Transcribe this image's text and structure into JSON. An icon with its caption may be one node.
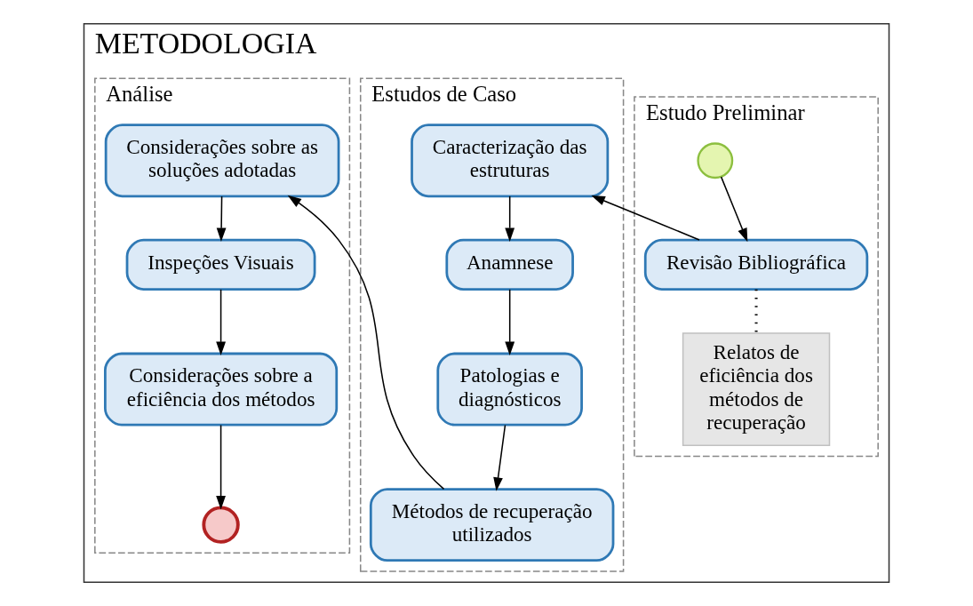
{
  "diagram": {
    "nodes": [
      {
        "text": [
          "METODOLOGIA"
        ]
      },
      {
        "text": [
          "Estudo Preliminar"
        ],
        "in": 0
      },
      {
        "text": [
          "Estudos de Caso"
        ],
        "in": 0
      },
      {
        "text": [
          "Análise"
        ],
        "in": 0
      },
      {
        "text": [],
        "shape": "circle",
        "in": 1
      },
      {
        "text": [
          "Revisão Bibliográfica"
        ],
        "in": 1
      },
      {
        "text": [
          "Relatos de eficiência dos métodos de recuperação"
        ],
        "in": 1
      },
      {
        "text": [
          "Caracterização das estruturas"
        ],
        "in": 2
      },
      {
        "text": [
          "Anamnese"
        ],
        "in": 2
      },
      {
        "text": [
          "Patologias e diagnósticos"
        ],
        "in": 2
      },
      {
        "text": [
          "Métodos de recuperação utilizados"
        ],
        "in": 2
      },
      {
        "text": [
          "Considerações sobre as soluções adotadas"
        ],
        "in": 3
      },
      {
        "text": [
          "Inspeções Visuais"
        ],
        "in": 3
      },
      {
        "text": [
          "Considerações sobre a eficiência dos métodos"
        ],
        "in": 3
      },
      {
        "text": [],
        "shape": "circle",
        "in": 3
      }
    ],
    "edges": [
      {
        "from": 4,
        "to": 5,
        "arrow": "to"
      },
      {
        "from": 5,
        "to": 7,
        "arrow": "to"
      },
      {
        "from": 5,
        "to": 6,
        "arrow": "none",
        "style": "dashed"
      },
      {
        "from": 7,
        "to": 8,
        "arrow": "to"
      },
      {
        "from": 8,
        "to": 9,
        "arrow": "to"
      },
      {
        "from": 9,
        "to": 10,
        "arrow": "to"
      },
      {
        "from": 10,
        "to": 11,
        "arrow": "to"
      },
      {
        "from": 11,
        "to": 12,
        "arrow": "to"
      },
      {
        "from": 12,
        "to": 13,
        "arrow": "to"
      },
      {
        "from": 13,
        "to": 14,
        "arrow": "to"
      }
    ]
  }
}
